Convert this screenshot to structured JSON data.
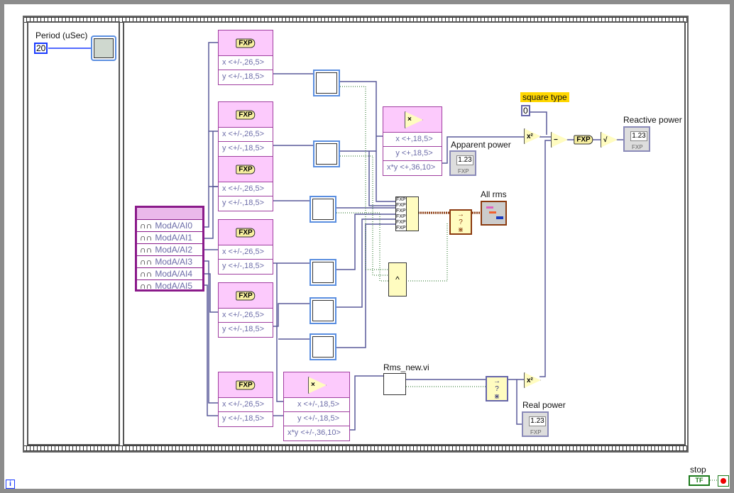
{
  "frame0": {
    "period_label": "Period (uSec)",
    "period_value": "20",
    "wait_icon": "metronome-timer-icon"
  },
  "daq": {
    "channels": [
      "ModA/AI0",
      "ModA/AI1",
      "ModA/AI2",
      "ModA/AI3",
      "ModA/AI4",
      "ModA/AI5"
    ],
    "channel_icon": "waveform-icon"
  },
  "fxp_nodes": [
    {
      "badge": "FXP",
      "x": "x <+/-,26,5>",
      "y": "y <+/-,18,5>"
    },
    {
      "badge": "FXP",
      "x": "x <+/-,26,5>",
      "y": "y <+/-,18,5>"
    },
    {
      "badge": "FXP",
      "x": "x <+/-,26,5>",
      "y": "y <+/-,18,5>"
    },
    {
      "badge": "FXP",
      "x": "x <+/-,26,5>",
      "y": "y <+/-,18,5>"
    },
    {
      "badge": "FXP",
      "x": "x <+/-,26,5>",
      "y": "y <+/-,18,5>"
    },
    {
      "badge": "FXP",
      "x": "x <+/-,26,5>",
      "y": "y <+/-,18,5>"
    }
  ],
  "mult_top": {
    "symbol": "×",
    "x": "x <+,18,5>",
    "y": "y <+,18,5>",
    "xy": "x*y <+,36,10>"
  },
  "mult_bottom": {
    "symbol": "×",
    "x": "x <+/-,18,5>",
    "y": "y <+/-,18,5>",
    "xy": "x*y <+/-,36,10>"
  },
  "apparent_power": {
    "label": "Apparent power",
    "value": "1.23",
    "type": "FXP"
  },
  "all_rms": {
    "label": "All rms"
  },
  "build_array": {
    "items": [
      "FXP",
      "FXP",
      "FXP",
      "FXP",
      "FXP",
      "FXP"
    ]
  },
  "square_type": {
    "label": "square type",
    "value": "0",
    "color": "#ffd700"
  },
  "reactive_power": {
    "label": "Reactive power",
    "value": "1.23",
    "type": "FXP"
  },
  "real_power": {
    "label": "Real power",
    "value": "1.23",
    "type": "FXP"
  },
  "rms_new": {
    "label": "Rms_new.vi"
  },
  "ops": {
    "square": "x²",
    "subtract": "−",
    "sqrt": "√",
    "convert": "FXP",
    "and": "^",
    "select_q": "?",
    "select_star": "⋇"
  },
  "stop": {
    "label": "stop",
    "tf": "TF"
  },
  "colors": {
    "wire": "#5a5a9a",
    "fxp_header": "#fccafc",
    "node_border": "#a03ea0",
    "array_wire": "#8b3a0f"
  }
}
